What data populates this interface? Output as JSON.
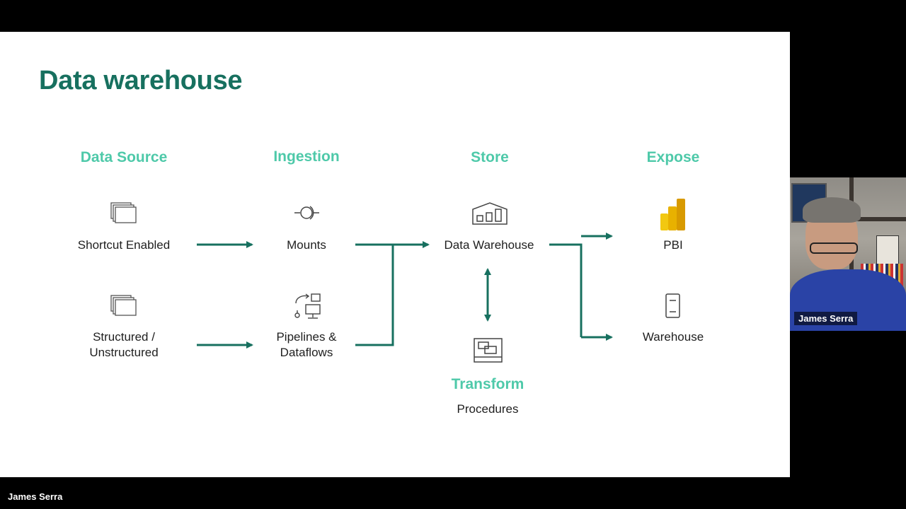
{
  "slide": {
    "title": "Data warehouse",
    "columns": {
      "source": "Data Source",
      "ingestion": "Ingestion",
      "store": "Store",
      "expose": "Expose"
    },
    "nodes": {
      "shortcut": "Shortcut Enabled",
      "structured_1": "Structured /",
      "structured_2": "Unstructured",
      "mounts": "Mounts",
      "pipelines_1": "Pipelines &",
      "pipelines_2": "Dataflows",
      "data_warehouse": "Data Warehouse",
      "transform_head": "Transform",
      "procedures": "Procedures",
      "pbi": "PBI",
      "warehouse": "Warehouse"
    },
    "colors": {
      "title": "#17705f",
      "heading": "#4ec9a9",
      "arrow": "#17705f"
    }
  },
  "participants": {
    "camera_name": "James Serra",
    "presenter_name": "James Serra"
  }
}
